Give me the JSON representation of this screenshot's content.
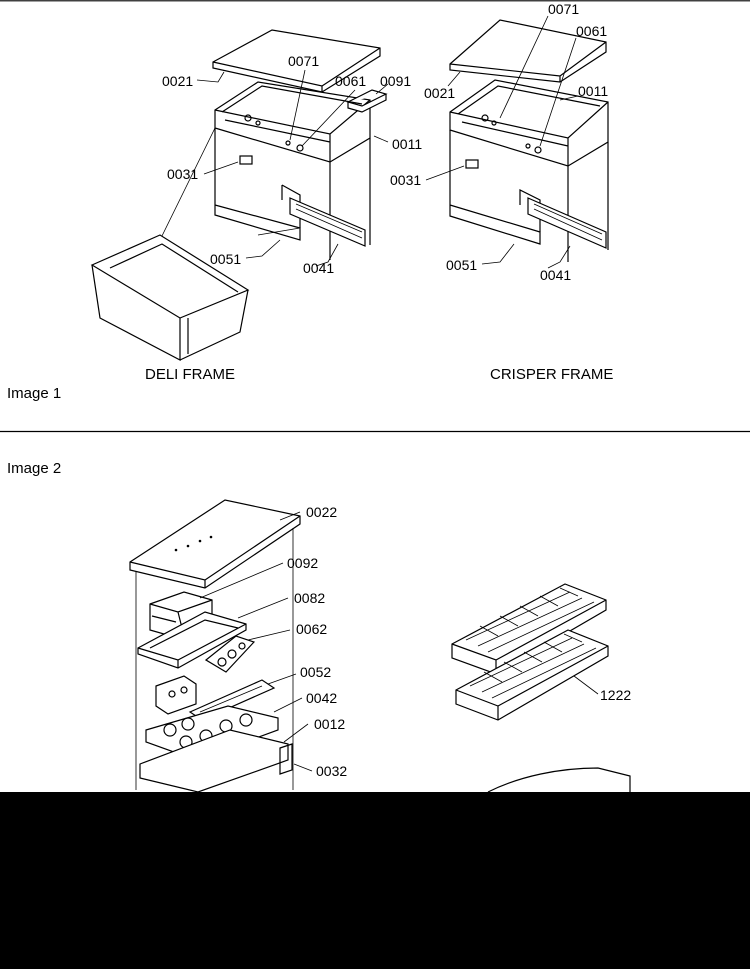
{
  "image1": {
    "label": "Image 1",
    "deli": {
      "caption": "DELI FRAME",
      "callouts": [
        "0021",
        "0071",
        "0061",
        "0091",
        "0011",
        "0031",
        "0051",
        "0041"
      ]
    },
    "crisper": {
      "caption": "CRISPER FRAME",
      "callouts": [
        "0071",
        "0061",
        "0021",
        "0011",
        "0031",
        "0051",
        "0041"
      ]
    }
  },
  "image2": {
    "label": "Image 2",
    "assembly_callouts": [
      "0022",
      "0092",
      "0082",
      "0062",
      "0052",
      "0042",
      "0012",
      "0032"
    ],
    "tray_callout": "1222"
  },
  "colors": {
    "background": "#ffffff",
    "line": "#000000",
    "bottom_band": "#000000"
  }
}
